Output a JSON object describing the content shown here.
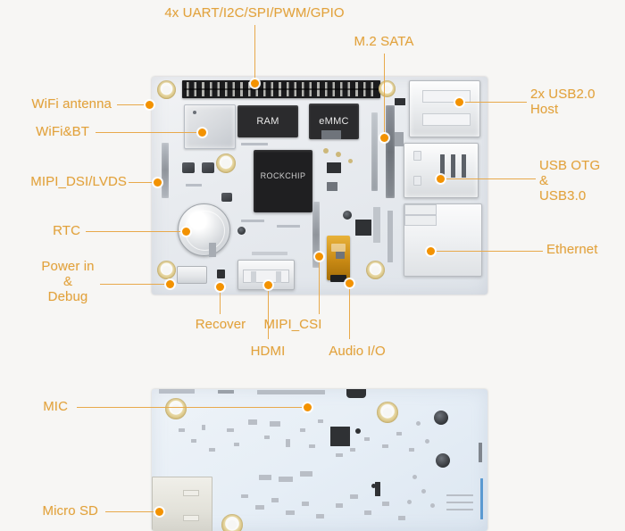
{
  "page": {
    "title": "Single Board Computer annotated diagram",
    "background_color": "#f7f6f4",
    "callout_color": "#e2a23c",
    "leader_line_color": "#e8a94b",
    "dot_color": "#f39200"
  },
  "boards": {
    "top": {
      "name": "component-side",
      "chips": {
        "ram": "RAM",
        "emmc": "eMMC"
      }
    },
    "bottom": {
      "name": "solder-side"
    }
  },
  "callouts": {
    "gpio": "4x UART/I2C/SPI/PWM/GPIO",
    "m2_sata": "M.2 SATA",
    "usb2_host": "2x USB2.0\nHost",
    "usb_otg": "USB OTG\n&\nUSB3.0",
    "ethernet": "Ethernet",
    "wifi_antenna": "WiFi antenna",
    "wifi_bt": "WiFi&BT",
    "mipi_dsi": "MIPI_DSI/LVDS",
    "rtc": "RTC",
    "power_debug": "Power in\n&\nDebug",
    "recover": "Recover",
    "hdmi": "HDMI",
    "mipi_csi": "MIPI_CSI",
    "audio_io": "Audio I/O",
    "mic": "MIC",
    "micro_sd": "Micro SD"
  }
}
